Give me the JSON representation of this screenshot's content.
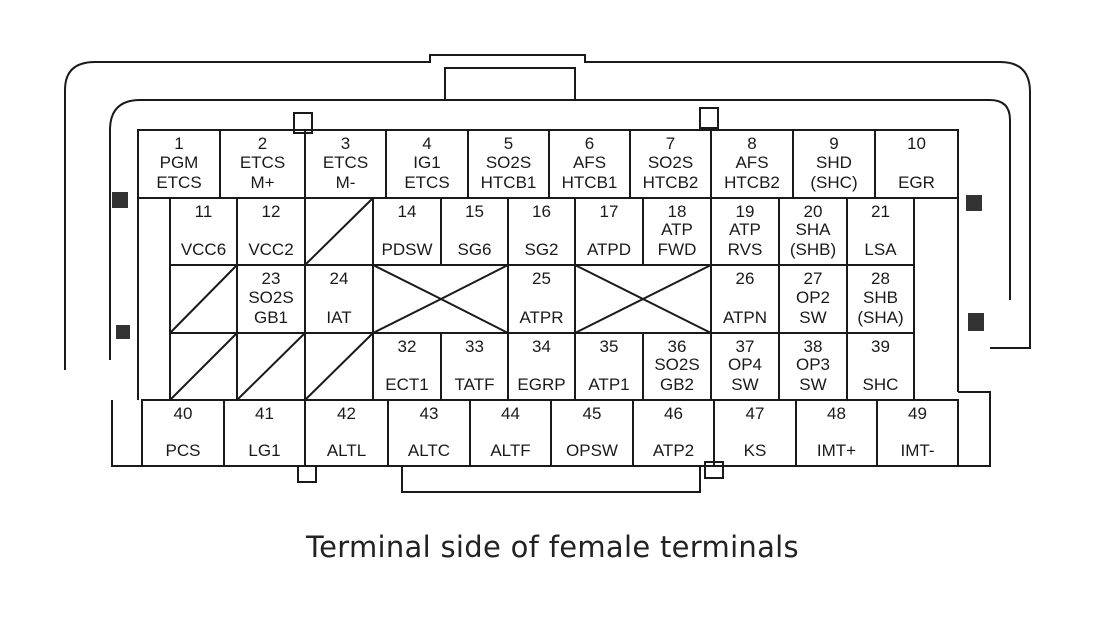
{
  "caption": "Terminal side of female terminals",
  "terminals": [
    {
      "num": "1",
      "label": [
        "PGM",
        "ETCS"
      ]
    },
    {
      "num": "2",
      "label": [
        "ETCS",
        "M+"
      ]
    },
    {
      "num": "3",
      "label": [
        "ETCS",
        "M-"
      ]
    },
    {
      "num": "4",
      "label": [
        "IG1",
        "ETCS"
      ]
    },
    {
      "num": "5",
      "label": [
        "SO2S",
        "HTCB1"
      ]
    },
    {
      "num": "6",
      "label": [
        "AFS",
        "HTCB1"
      ]
    },
    {
      "num": "7",
      "label": [
        "SO2S",
        "HTCB2"
      ]
    },
    {
      "num": "8",
      "label": [
        "AFS",
        "HTCB2"
      ]
    },
    {
      "num": "9",
      "label": [
        "SHD",
        "(SHC)"
      ]
    },
    {
      "num": "10",
      "label": [
        "EGR"
      ]
    },
    {
      "num": "11",
      "label": [
        "VCC6"
      ]
    },
    {
      "num": "12",
      "label": [
        "VCC2"
      ]
    },
    {
      "num": "14",
      "label": [
        "PDSW"
      ]
    },
    {
      "num": "15",
      "label": [
        "SG6"
      ]
    },
    {
      "num": "16",
      "label": [
        "SG2"
      ]
    },
    {
      "num": "17",
      "label": [
        "ATPD"
      ]
    },
    {
      "num": "18",
      "label": [
        "ATP",
        "FWD"
      ]
    },
    {
      "num": "19",
      "label": [
        "ATP",
        "RVS"
      ]
    },
    {
      "num": "20",
      "label": [
        "SHA",
        "(SHB)"
      ]
    },
    {
      "num": "21",
      "label": [
        "LSA"
      ]
    },
    {
      "num": "23",
      "label": [
        "SO2S",
        "GB1"
      ]
    },
    {
      "num": "24",
      "label": [
        "IAT"
      ]
    },
    {
      "num": "25",
      "label": [
        "ATPR"
      ]
    },
    {
      "num": "26",
      "label": [
        "ATPN"
      ]
    },
    {
      "num": "27",
      "label": [
        "OP2",
        "SW"
      ]
    },
    {
      "num": "28",
      "label": [
        "SHB",
        "(SHA)"
      ]
    },
    {
      "num": "32",
      "label": [
        "ECT1"
      ]
    },
    {
      "num": "33",
      "label": [
        "TATF"
      ]
    },
    {
      "num": "34",
      "label": [
        "EGRP"
      ]
    },
    {
      "num": "35",
      "label": [
        "ATP1"
      ]
    },
    {
      "num": "36",
      "label": [
        "SO2S",
        "GB2"
      ]
    },
    {
      "num": "37",
      "label": [
        "OP4",
        "SW"
      ]
    },
    {
      "num": "38",
      "label": [
        "OP3",
        "SW"
      ]
    },
    {
      "num": "39",
      "label": [
        "SHC"
      ]
    },
    {
      "num": "40",
      "label": [
        "PCS"
      ]
    },
    {
      "num": "41",
      "label": [
        "LG1"
      ]
    },
    {
      "num": "42",
      "label": [
        "ALTL"
      ]
    },
    {
      "num": "43",
      "label": [
        "ALTC"
      ]
    },
    {
      "num": "44",
      "label": [
        "ALTF"
      ]
    },
    {
      "num": "45",
      "label": [
        "OPSW"
      ]
    },
    {
      "num": "46",
      "label": [
        "ATP2"
      ]
    },
    {
      "num": "47",
      "label": [
        "KS"
      ]
    },
    {
      "num": "48",
      "label": [
        "IMT+"
      ]
    },
    {
      "num": "49",
      "label": [
        "IMT-"
      ]
    }
  ]
}
